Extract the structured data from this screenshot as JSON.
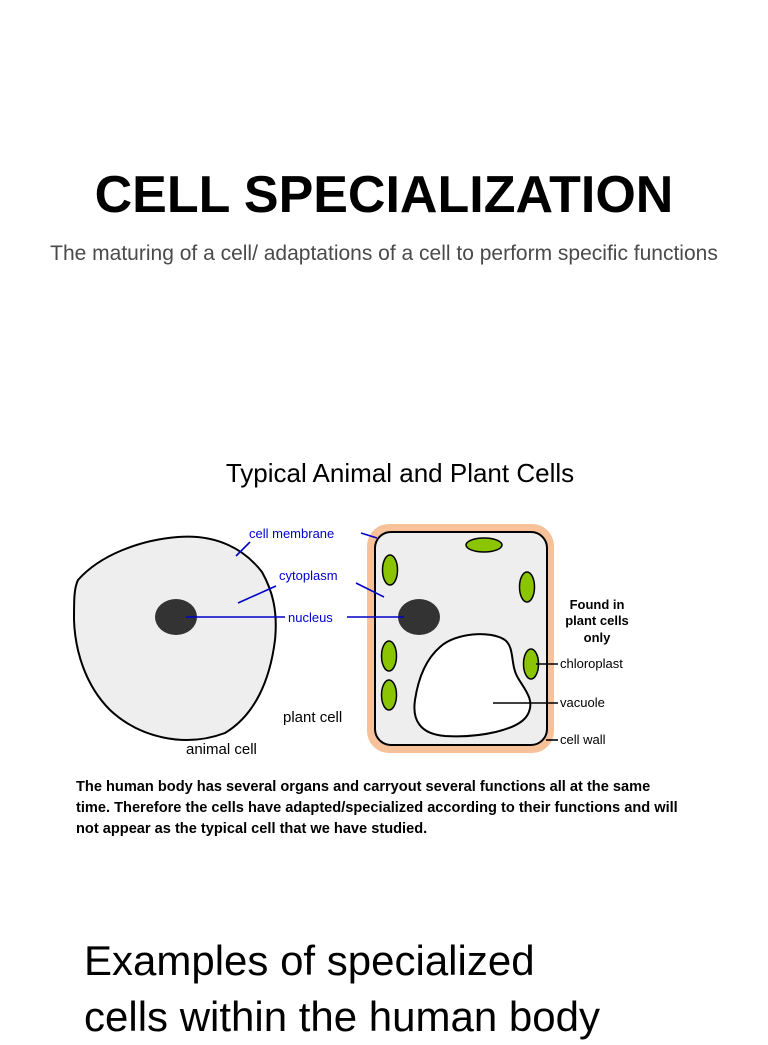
{
  "title": "CELL SPECIALIZATION",
  "subtitle": "The maturing of a cell/ adaptations of a cell to perform specific functions",
  "figure": {
    "title": "Typical Animal and Plant Cells",
    "labels": {
      "cell_membrane": "cell membrane",
      "cytoplasm": "cytoplasm",
      "nucleus": "nucleus",
      "chloroplast": "chloroplast",
      "vacuole": "vacuole",
      "cell_wall": "cell wall",
      "plant_cell": "plant cell",
      "animal_cell": "animal cell",
      "found_in_plant_line1": "Found in",
      "found_in_plant_line2": "plant cells",
      "found_in_plant_line3": "only"
    },
    "colors": {
      "cell_wall": "#f7c29a",
      "cell_fill": "#eeeeee",
      "chloroplast": "#8bc400",
      "label_line": "#0000cc",
      "label_text_blue": "#0000cc"
    }
  },
  "paragraph": "The human body has several organs and carryout several functions all at the same time. Therefore the cells have adapted/specialized according to their functions and will not appear as the typical cell that we have studied.",
  "section_heading": "Examples of specialized\ncells within the human body"
}
